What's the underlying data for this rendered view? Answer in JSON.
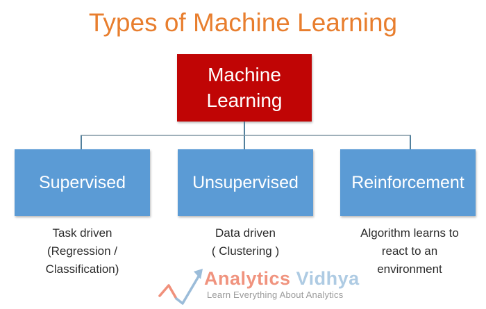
{
  "title": "Types of Machine Learning",
  "root": {
    "label": "Machine\nLearning"
  },
  "branches": [
    {
      "label": "Supervised",
      "description": "Task driven\n(Regression /\nClassification)"
    },
    {
      "label": "Unsupervised",
      "description": "Data driven\n( Clustering )"
    },
    {
      "label": "Reinforcement",
      "description": "Algorithm learns to\nreact to an\nenvironment"
    }
  ],
  "logo": {
    "name_primary": "Analytics",
    "name_secondary": "Vidhya",
    "tagline": "Learn Everything About Analytics"
  },
  "colors": {
    "title": "#e87e2e",
    "root_box": "#c00505",
    "branch_box": "#5b9bd5",
    "connector": "#52809c",
    "connector_light": "#9fb0ba",
    "box_text": "#ffffff",
    "description_text": "#2b2b2b",
    "logo_primary": "#f0937e",
    "logo_secondary": "#aecbe3",
    "logo_tagline": "#9a9a9a",
    "logo_icon_salmon": "#f0907b",
    "logo_icon_blue": "#9bbcd9"
  }
}
